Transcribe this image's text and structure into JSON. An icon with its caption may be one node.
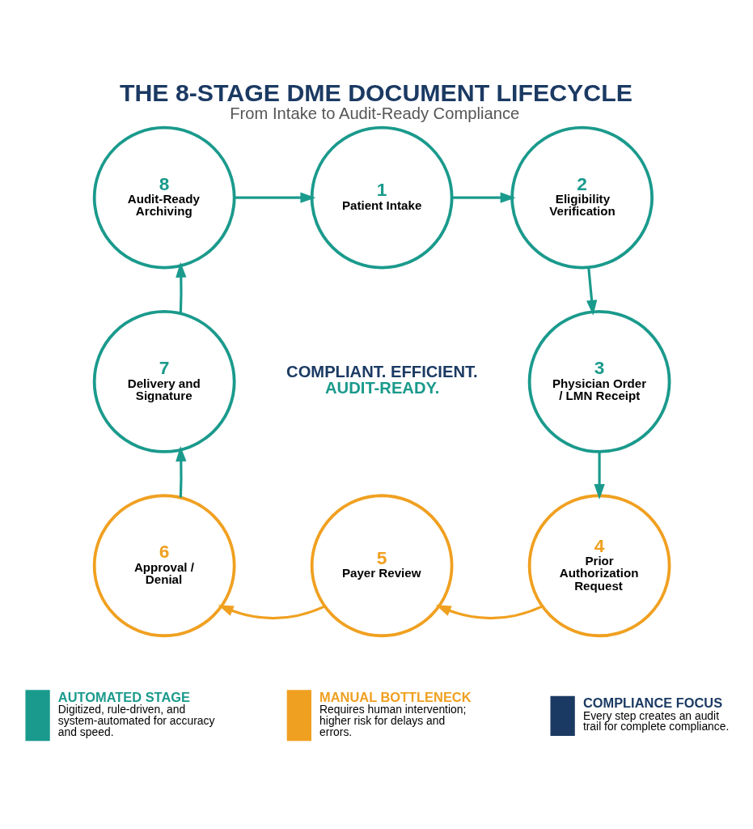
{
  "diagram": {
    "title": "THE 8-STAGE DME DOCUMENT LIFECYCLE",
    "nodes": [
      {
        "text": [
          "1",
          "Patient Intake"
        ]
      },
      {
        "text": [
          "2",
          "Eligibility Verification"
        ]
      },
      {
        "text": [
          "3",
          "Physician Order / LMN Receipt"
        ]
      },
      {
        "text": [
          "4",
          "Prior Authorization Request"
        ]
      },
      {
        "text": [
          "5",
          "Payer Review"
        ]
      },
      {
        "text": [
          "6",
          "Approval / Denial"
        ]
      },
      {
        "text": [
          "7",
          "Delivery and Signature"
        ]
      },
      {
        "text": [
          "8",
          "Audit-Ready Archiving"
        ]
      }
    ],
    "edges": [
      {
        "from": 0,
        "to": 1,
        "arrow": "to"
      },
      {
        "from": 1,
        "to": 2,
        "arrow": "to"
      },
      {
        "from": 2,
        "to": 3,
        "arrow": "to"
      },
      {
        "from": 3,
        "to": 4,
        "arrow": "to",
        "color": "#f0a020"
      },
      {
        "from": 4,
        "to": 5,
        "arrow": "to",
        "color": "#f0a020"
      },
      {
        "from": 5,
        "to": 6,
        "arrow": "to"
      },
      {
        "from": 6,
        "to": 7,
        "arrow": "to"
      },
      {
        "from": 7,
        "to": 0,
        "arrow": "to"
      }
    ],
    "labels": [
      "From Intake to Audit-Ready Compliance",
      "COMPLIANT. EFFICIENT.",
      "AUDIT-READY.",
      "Digitized, rule-driven, and system-automated for accuracy and speed.",
      "Requires human intervention; higher risk for delays and errors.",
      "Every step creates an audit trail for complete compliance."
    ],
    "legend": [
      {
        "text": "AUTOMATED STAGE"
      },
      {
        "text": "MANUAL BOTTLENECK"
      },
      {
        "text": "COMPLIANCE FOCUS"
      }
    ]
  }
}
